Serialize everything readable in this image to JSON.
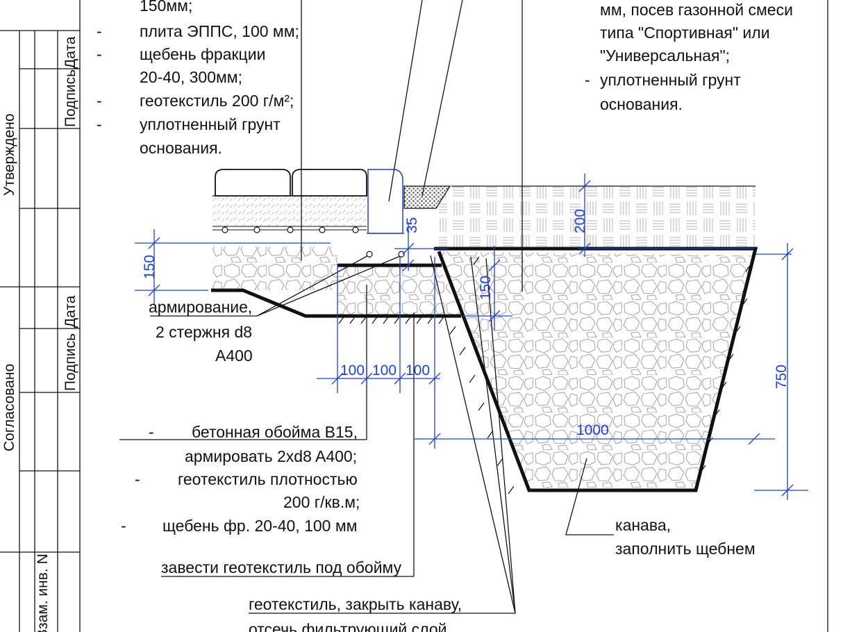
{
  "left_spec": {
    "lines": [
      {
        "dash": "",
        "text": "150мм;"
      },
      {
        "dash": "-",
        "text": "плита ЭППС, 100 мм;"
      },
      {
        "dash": "-",
        "text": "щебень фракции"
      },
      {
        "dash": "",
        "text": "20-40, 300мм;"
      },
      {
        "dash": "-",
        "text": "геотекстиль 200 г/м²;"
      },
      {
        "dash": "-",
        "text": "уплотненный грунт"
      },
      {
        "dash": "",
        "text": "основания."
      }
    ]
  },
  "right_spec": {
    "lines": [
      {
        "dash": "",
        "text": "мм, посев газонной смеси"
      },
      {
        "dash": "",
        "text": "типа \"Спортивная\" или"
      },
      {
        "dash": "",
        "text": "\"Универсальная\";"
      },
      {
        "dash": "-",
        "text": "уплотненный грунт"
      },
      {
        "dash": "",
        "text": "основания."
      }
    ]
  },
  "reinforcement_note": {
    "lines": [
      "армирование,",
      "2 стержня d8",
      "A400"
    ]
  },
  "frame_spec": {
    "lines": [
      {
        "dash": "-",
        "text": "бетонная обойма В15,"
      },
      {
        "dash": "",
        "text": "армировать 2xd8 A400;"
      },
      {
        "dash": "-",
        "text": "геотекстиль плотностью"
      },
      {
        "dash": "",
        "text": "200 г/кв.м;"
      },
      {
        "dash": "-",
        "text": "щебень фр. 20-40, 100 мм"
      }
    ]
  },
  "geotextile_under_frame": "завести геотекстиль под обойму",
  "ditch_note": {
    "lines": [
      "канава,",
      "заполнить щебнем"
    ]
  },
  "geotextile_ditch": {
    "lines": [
      "геотекстиль, закрыть канаву,",
      "отсечь фильтрующий слой"
    ]
  },
  "dimensions": {
    "d150_left": "150",
    "d35": "35",
    "d200": "200",
    "d150_mid": "150",
    "d100_a": "100",
    "d100_b": "100",
    "d100_c": "100",
    "d1000": "1000",
    "d750": "750"
  },
  "title_block": {
    "approved": "Утверждено",
    "agreed": "Согласовано",
    "signature_1": "Подпись",
    "date_1": "Дата",
    "signature_2": "Подпись",
    "date_2": "Дата",
    "inventory_replaced": "Взам. инв. N"
  },
  "colors": {
    "ink": "#111111",
    "dimension": "#1f3fd0",
    "hatch": "#9a9a9a"
  }
}
